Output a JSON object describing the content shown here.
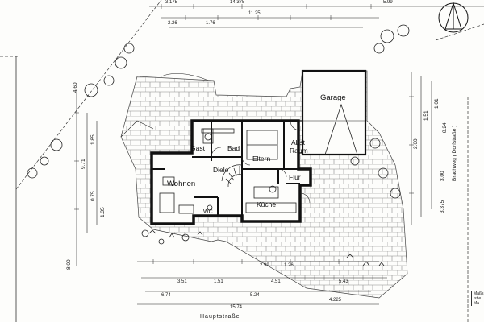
{
  "rooms": {
    "garage": "Garage",
    "gast": "Gast",
    "bad": "Bad",
    "eltern": "Eltern",
    "abst_raum_1": "Abst",
    "abst_raum_2": "Raum",
    "diele": "Diele",
    "flur": "Flur",
    "wohnen": "Wohnen",
    "kueche": "Küche",
    "wc": "WC"
  },
  "streets": {
    "bottom": "Hauptstraße",
    "right": "Brachweg ( Dorfstraße )"
  },
  "dimensions": {
    "top": [
      "3.175",
      "14.375",
      "5.99",
      "11.25",
      "2.26",
      "1.76"
    ],
    "bottom": [
      "6.74",
      "5.24",
      "15.74",
      "4.225",
      "3.51",
      "1.51",
      "4.51",
      "1.26",
      "2.99",
      "5.43"
    ],
    "left": [
      "8.00",
      "9.71",
      "1.85",
      "4.60",
      "1.35",
      "0.75"
    ],
    "right": [
      "8.24",
      "3.00",
      "3.375",
      "2.60",
      "1.51",
      "1.01"
    ]
  },
  "stamp": [
    "Maßs",
    "ist e",
    "Ma"
  ],
  "colors": {
    "ink": "#1a1a1a",
    "paper": "#fdfdfb",
    "paving": "#9a9a9a"
  }
}
